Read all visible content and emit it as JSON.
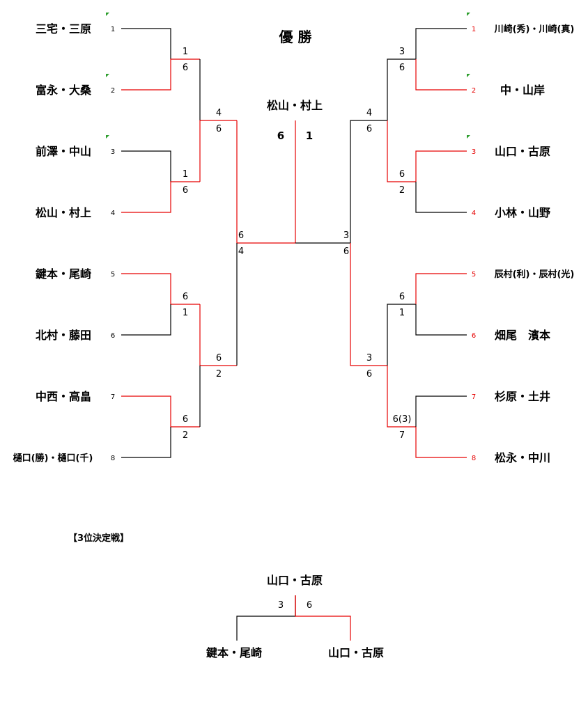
{
  "title": "優 勝",
  "champion": {
    "name": "松山・村上",
    "score_left": "6",
    "score_right": "1"
  },
  "left_players": [
    {
      "seed": "1",
      "name": "三宅・三原"
    },
    {
      "seed": "2",
      "name": "富永・大桑"
    },
    {
      "seed": "3",
      "name": "前澤・中山"
    },
    {
      "seed": "4",
      "name": "松山・村上"
    },
    {
      "seed": "5",
      "name": "鍵本・尾崎"
    },
    {
      "seed": "6",
      "name": "北村・藤田"
    },
    {
      "seed": "7",
      "name": "中西・高畠"
    },
    {
      "seed": "8",
      "name": "樋口(勝)・樋口(千)"
    }
  ],
  "right_players": [
    {
      "seed": "1",
      "name": "川崎(秀)・川崎(真)"
    },
    {
      "seed": "2",
      "name": "中・山岸"
    },
    {
      "seed": "3",
      "name": "山口・古原"
    },
    {
      "seed": "4",
      "name": "小林・山野"
    },
    {
      "seed": "5",
      "name": "辰村(利)・辰村(光)"
    },
    {
      "seed": "6",
      "name": "畑尾　濱本"
    },
    {
      "seed": "7",
      "name": "杉原・土井"
    },
    {
      "seed": "8",
      "name": "松永・中川"
    }
  ],
  "left_scores": {
    "r1": [
      [
        "1",
        "6"
      ],
      [
        "1",
        "6"
      ],
      [
        "6",
        "1"
      ],
      [
        "6",
        "2"
      ]
    ],
    "r2": [
      [
        "4",
        "6"
      ],
      [
        "6",
        "2"
      ]
    ],
    "sf": [
      "6",
      "4"
    ]
  },
  "right_scores": {
    "r1": [
      [
        "3",
        "6"
      ],
      [
        "6",
        "2"
      ],
      [
        "6",
        "1"
      ],
      [
        "6(3)",
        "7"
      ]
    ],
    "r2": [
      [
        "4",
        "6"
      ],
      [
        "3",
        "6"
      ]
    ],
    "sf": [
      "3",
      "6"
    ]
  },
  "third_place": {
    "heading": "【3位決定戦】",
    "winner": "山口・古原",
    "score_left": "3",
    "score_right": "6",
    "left_player": "鍵本・尾崎",
    "right_player": "山口・古原"
  },
  "colors": {
    "winner_line": "#e60000",
    "loser_line": "#000000",
    "right_seed": "#e60000",
    "marker": "#2e9e2e"
  }
}
